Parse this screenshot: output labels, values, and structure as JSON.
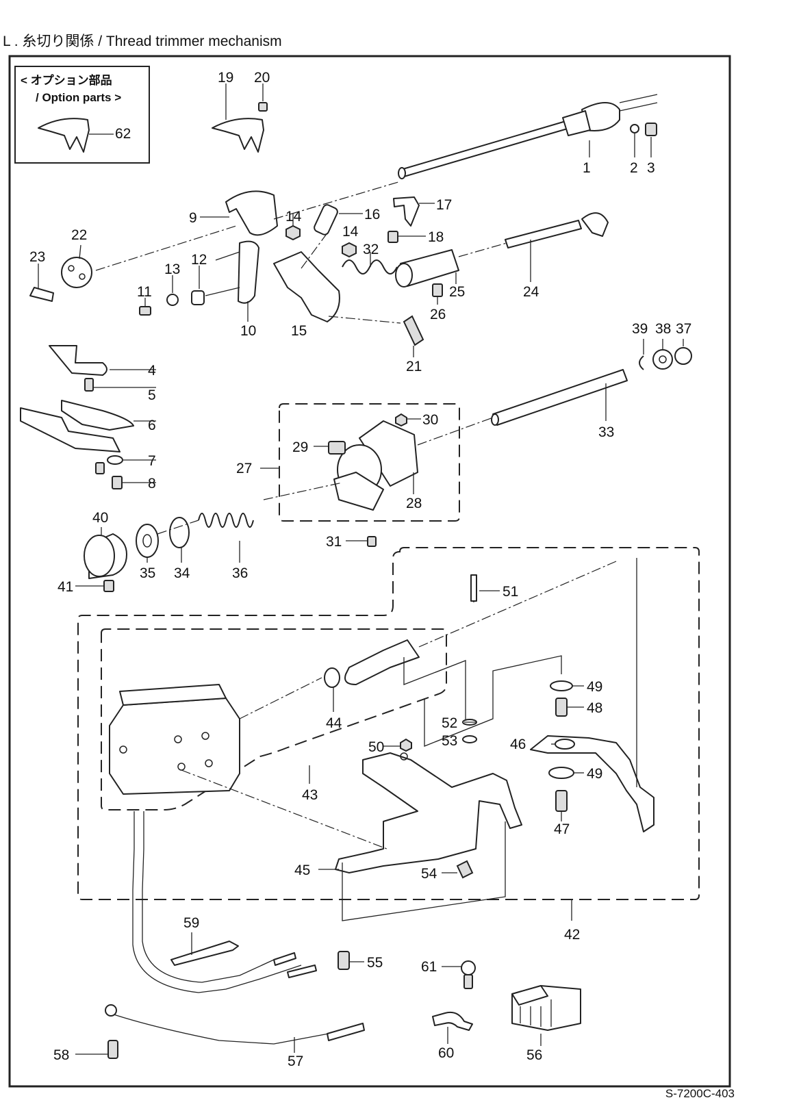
{
  "header": {
    "title": "L . 糸切り関係 / Thread trimmer mechanism"
  },
  "option_box": {
    "line1": "< オプション部品",
    "line2": "/ Option parts >",
    "part": "62"
  },
  "footer": {
    "code": "S-7200C-403"
  },
  "labels": {
    "p1": "1",
    "p2": "2",
    "p3": "3",
    "p4": "4",
    "p5": "5",
    "p6": "6",
    "p7": "7",
    "p8": "8",
    "p9": "9",
    "p10": "10",
    "p11": "11",
    "p12": "12",
    "p13": "13",
    "p14a": "14",
    "p14b": "14",
    "p15": "15",
    "p16": "16",
    "p17": "17",
    "p18": "18",
    "p19": "19",
    "p20": "20",
    "p21": "21",
    "p22": "22",
    "p23": "23",
    "p24": "24",
    "p25": "25",
    "p26": "26",
    "p27": "27",
    "p28": "28",
    "p29": "29",
    "p30": "30",
    "p31": "31",
    "p32": "32",
    "p33": "33",
    "p34": "34",
    "p35": "35",
    "p36": "36",
    "p37": "37",
    "p38": "38",
    "p39": "39",
    "p40": "40",
    "p41": "41",
    "p42": "42",
    "p43": "43",
    "p44": "44",
    "p45": "45",
    "p46": "46",
    "p47": "47",
    "p48": "48",
    "p49a": "49",
    "p49b": "49",
    "p50": "50",
    "p51": "51",
    "p52": "52",
    "p53": "53",
    "p54": "54",
    "p55": "55",
    "p56": "56",
    "p57": "57",
    "p58": "58",
    "p59": "59",
    "p60": "60",
    "p61": "61"
  }
}
